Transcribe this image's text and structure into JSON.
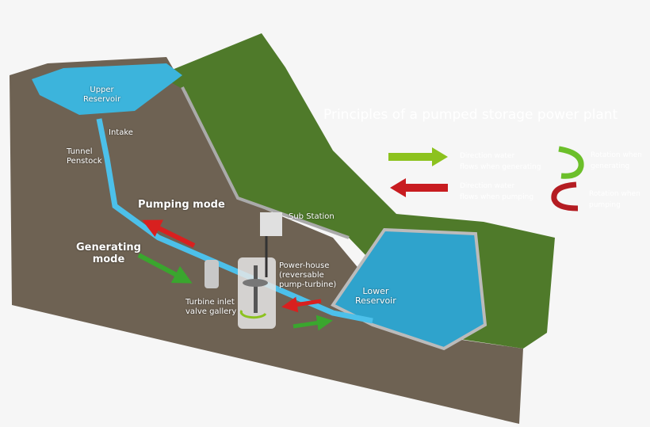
{
  "title": "Principles of a pumped storage power plant",
  "labels": {
    "upper_reservoir": "Upper\nReservoir",
    "intake": "Intake",
    "tunnel_penstock": "Tunnel\nPenstock",
    "pumping_mode": "Pumping mode",
    "generating_mode": "Generating\nmode",
    "sub_station": "Sub Station",
    "power_house": "Power-house\n(reversable\npump-turbine)",
    "turbine_inlet": "Turbine inlet\nvalve gallery",
    "lower_reservoir": "Lower\nReservoir"
  },
  "legend": {
    "generating_flow": "Direction water\nflows when generating",
    "pumping_flow": "Direction water\nflows when pumping",
    "generating_rotation": "Rotation when\ngenerating",
    "pumping_rotation": "Rotation when\npumping"
  },
  "colors": {
    "generating": "#8cc21e",
    "pumping": "#cc1f1f",
    "water": "#3cb4dc",
    "rock": "#6e6253",
    "grass": "#4f7a2a"
  }
}
